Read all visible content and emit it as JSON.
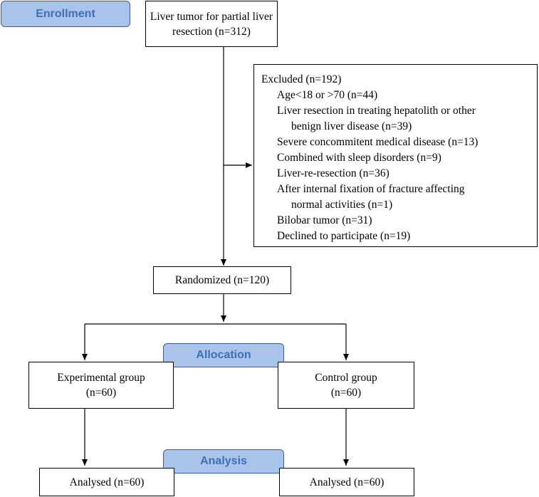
{
  "stages": {
    "enrollment": "Enrollment",
    "allocation": "Allocation",
    "analysis": "Analysis"
  },
  "boxes": {
    "assessed": {
      "line1": "Liver tumor for partial liver",
      "line2": "resection (n=312)"
    },
    "excluded": {
      "title": "Excluded (n=192)",
      "items": [
        "Age<18 or >70 (n=44)",
        "Liver resection in treating hepatolith or other",
        "benign liver disease (n=39)",
        "Severe concommitent medical disease (n=13)",
        "Combined with sleep disorders (n=9)",
        "Liver-re-resection (n=36)",
        "After internal fixation of fracture affecting",
        "normal activities (n=1)",
        "Bilobar tumor (n=31)",
        "Declined to participate (n=19)"
      ]
    },
    "randomized": "Randomized (n=120)",
    "experimental": {
      "line1": "Experimental group",
      "line2": "(n=60)"
    },
    "control": {
      "line1": "Control group",
      "line2": "(n=60)"
    },
    "analysed_exp": "Analysed (n=60)",
    "analysed_ctrl": "Analysed (n=60)"
  }
}
